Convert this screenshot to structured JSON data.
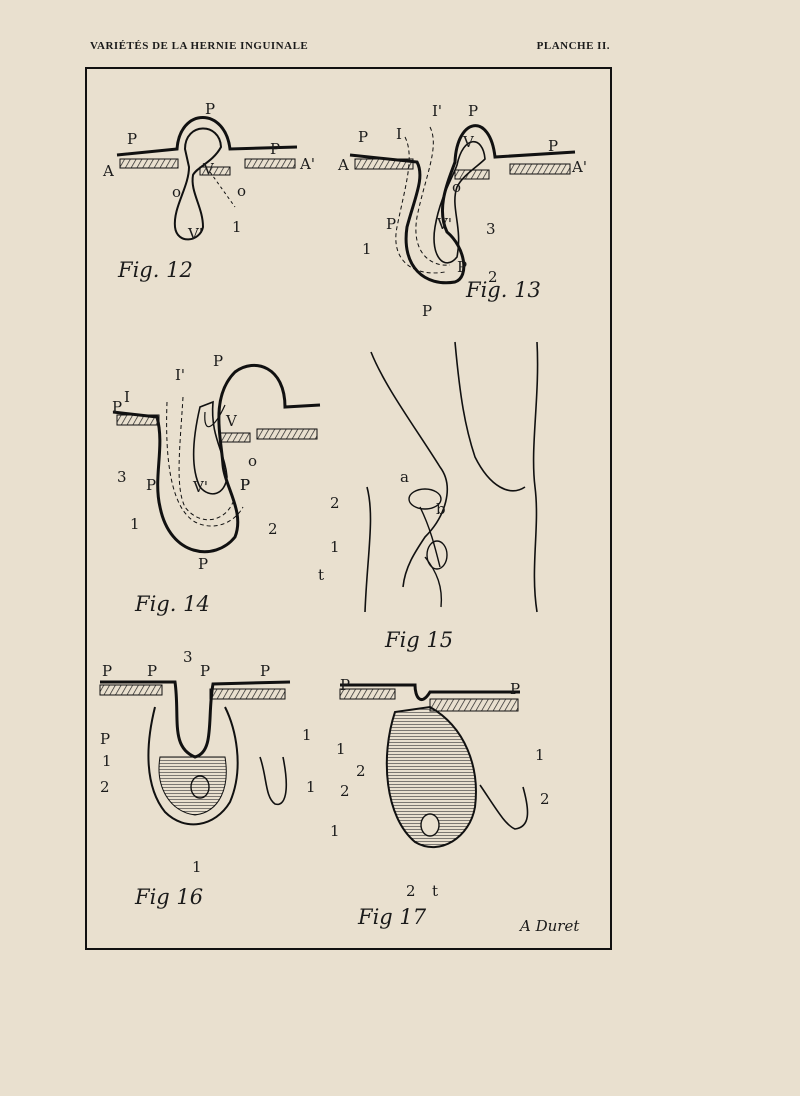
{
  "header": {
    "left": "VARIÉTÉS DE LA HERNIE INGUINALE",
    "right": "PLANCHE II."
  },
  "figures": {
    "fig12": {
      "caption": "Fig. 12",
      "labels": [
        "P",
        "P",
        "P",
        "V",
        "V'",
        "A",
        "A'",
        "o",
        "o",
        "1"
      ]
    },
    "fig13": {
      "caption": "Fig. 13",
      "labels": [
        "I'",
        "P",
        "I",
        "P",
        "P",
        "V",
        "V'",
        "A",
        "A'",
        "o",
        "3",
        "P",
        "1",
        "P",
        "2",
        "P"
      ]
    },
    "fig14": {
      "caption": "Fig. 14",
      "labels": [
        "I'",
        "P",
        "I",
        "P",
        "V",
        "V'",
        "P",
        "o",
        "3",
        "P",
        "P",
        "1",
        "2",
        "P"
      ]
    },
    "fig15": {
      "caption": "Fig 15",
      "labels": [
        "a",
        "2",
        "b",
        "1",
        "t"
      ]
    },
    "fig16": {
      "caption": "Fig 16",
      "labels": [
        "P",
        "P",
        "3",
        "P",
        "P",
        "P",
        "1",
        "2",
        "1",
        "1",
        "1",
        "t"
      ]
    },
    "fig17": {
      "caption": "Fig 17",
      "labels": [
        "P",
        "P",
        "1",
        "1",
        "2",
        "2",
        "2",
        "1",
        "2",
        "t"
      ]
    }
  },
  "signature": "A Duret"
}
